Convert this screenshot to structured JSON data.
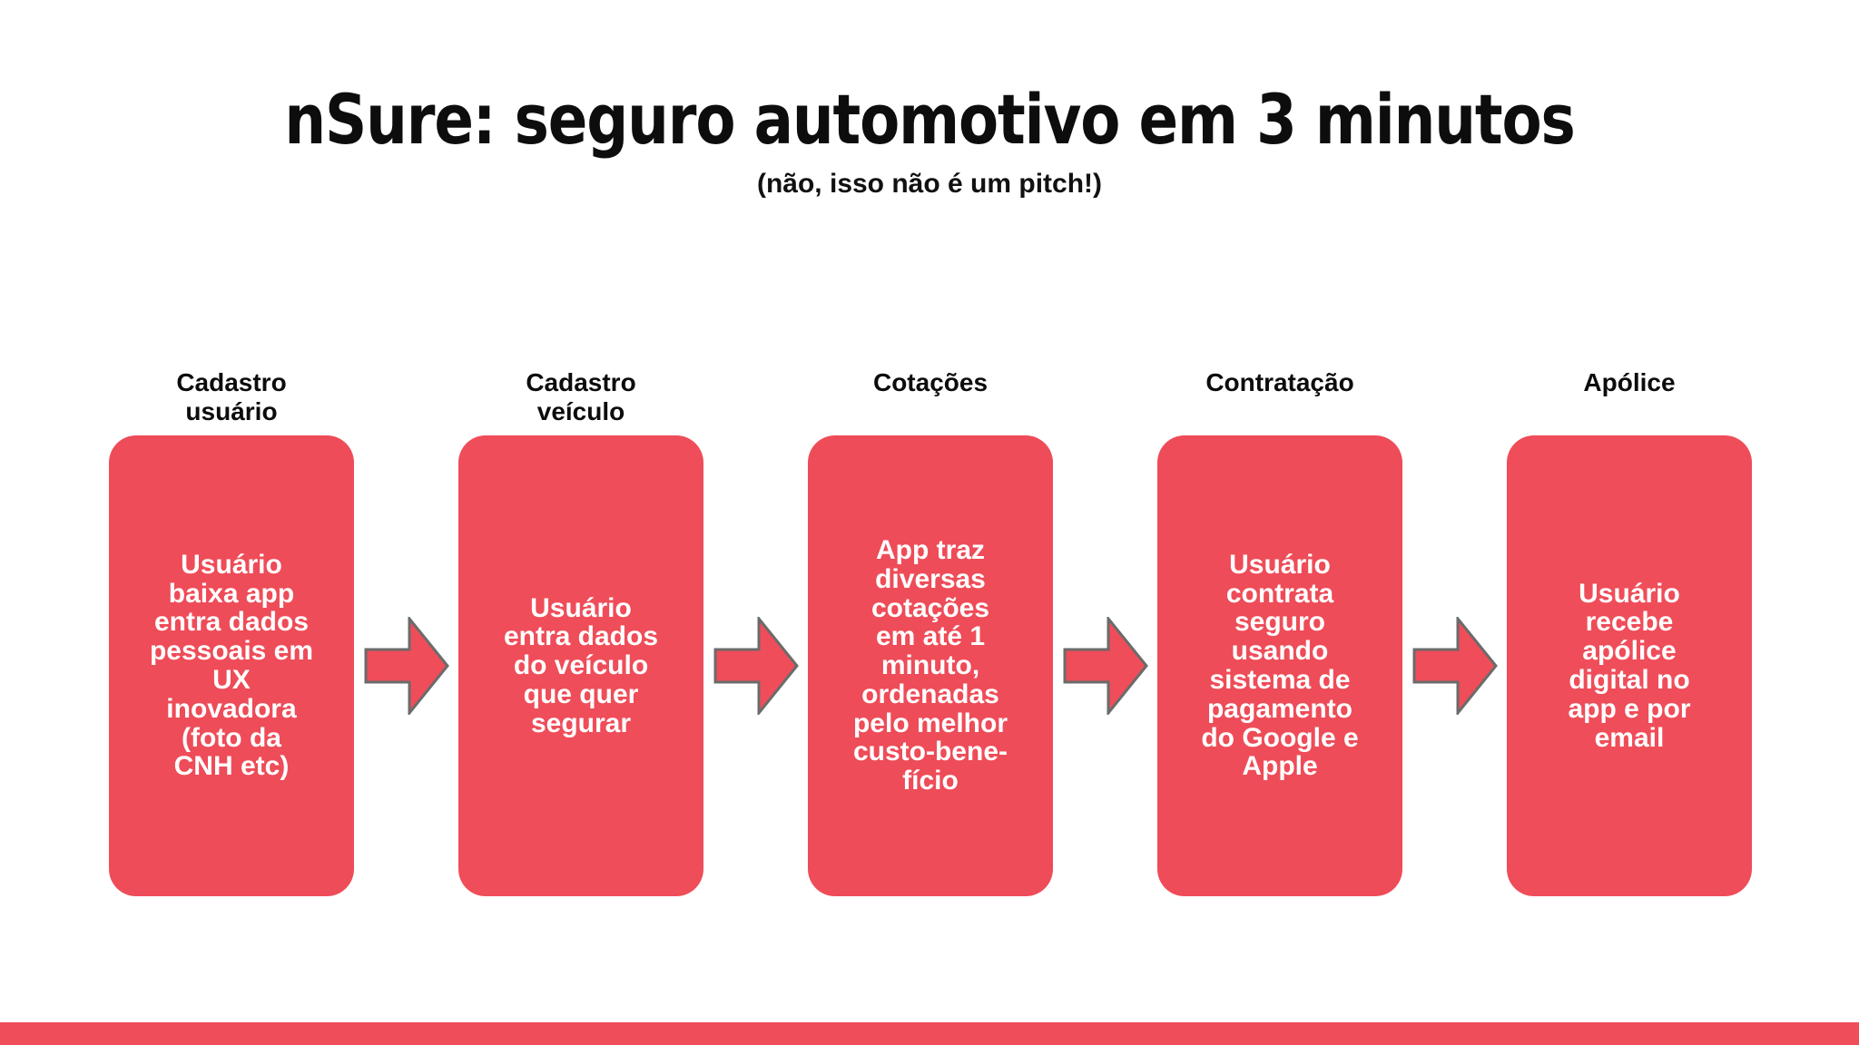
{
  "slide": {
    "title": "nSure: seguro automotivo em 3 minutos",
    "subtitle": "(não, isso não é um pitch!)",
    "background_color": "#ffffff",
    "accent_color": "#ef4d59",
    "card_text_color": "#ffffff",
    "label_text_color": "#0c0c0c",
    "bottom_bar_color": "#ef4d59"
  },
  "flow": {
    "arrow_icon": "arrow-right-icon",
    "arrow_fill": "#ef4d59",
    "arrow_stroke": "#6b6b6b",
    "steps": [
      {
        "label": "Cadastro\nusuário",
        "body": "Usuário\nbaixa app\nentra dados\npessoais em\nUX\ninovadora\n(foto da\nCNH etc)"
      },
      {
        "label": "Cadastro\nveículo",
        "body": "Usuário\nentra dados\ndo veículo\nque quer\nsegurar"
      },
      {
        "label": "Cotações",
        "body": "App traz\ndiversas\ncotações\nem até 1\nminuto,\nordenadas\npelo melhor\ncusto-bene-\nfício"
      },
      {
        "label": "Contratação",
        "body": "Usuário\ncontrata\nseguro\nusando\nsistema de\npagamento\ndo Google e\nApple"
      },
      {
        "label": "Apólice",
        "body": "Usuário\nrecebe\napólice\ndigital no\napp e por\nemail"
      }
    ]
  }
}
